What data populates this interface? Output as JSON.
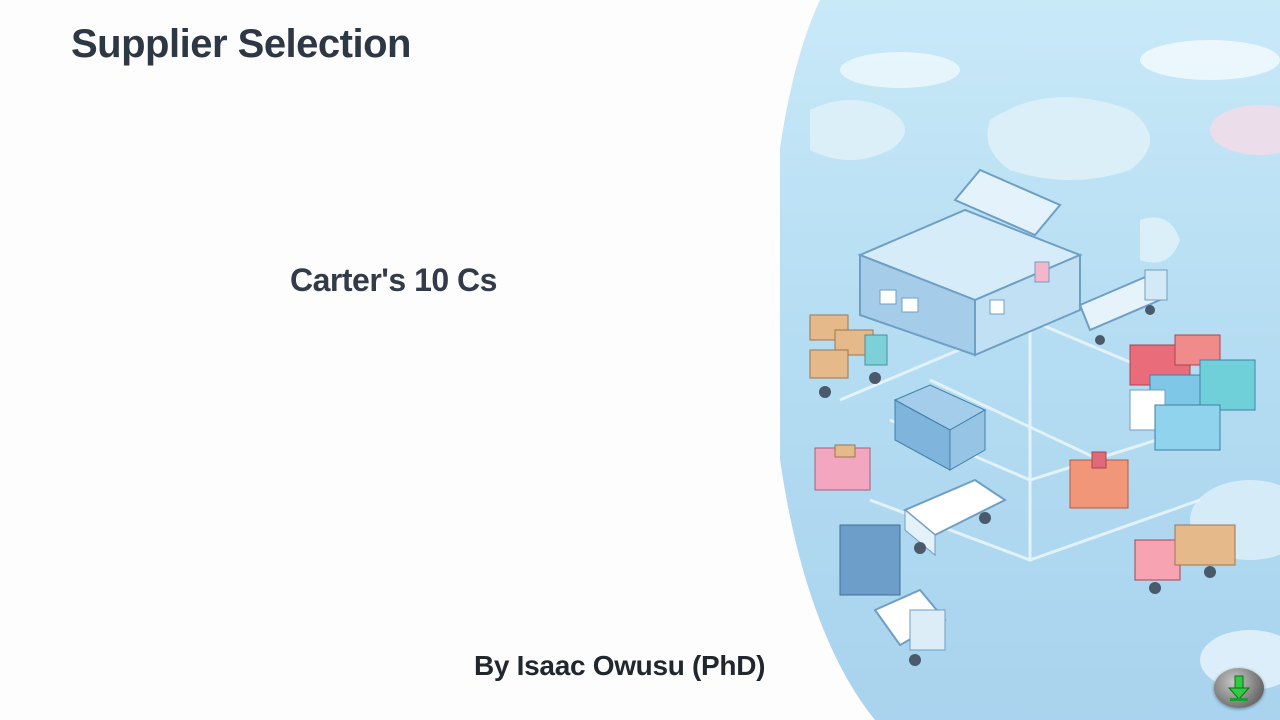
{
  "slide": {
    "title": "Supplier Selection",
    "subtitle": "Carter's 10 Cs",
    "author": "By Isaac Owusu (PhD)"
  },
  "colors": {
    "title_text": "#2e3744",
    "illustration_sky": "#bfe3f5",
    "download_arrow": "#2ecc40"
  },
  "icons": {
    "download": "download-arrow-icon"
  }
}
